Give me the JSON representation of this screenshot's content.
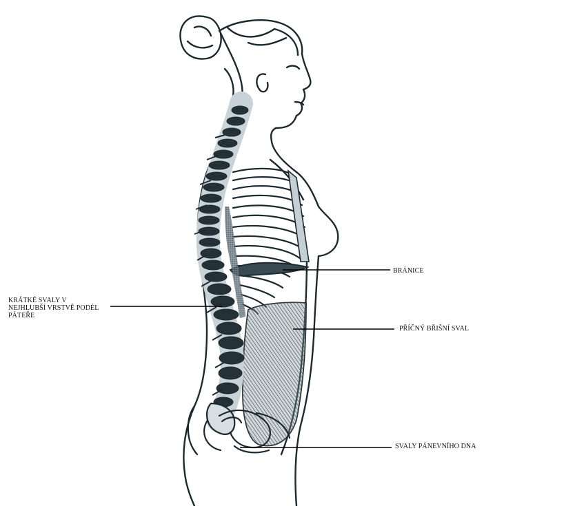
{
  "diagram": {
    "colors": {
      "ink": "#1c2a30",
      "ink_soft": "#3a4a52",
      "shade": "#5d6f78",
      "paper": "#ffffff"
    },
    "labels": {
      "diaphragm": "BRÁNICE",
      "transverse_abdominis": "PŘÍČNÝ BŘIŠNÍ SVAL",
      "pelvic_floor": "SVALY PÁNEVNÍHO DNA",
      "deep_spinal": [
        "KRÁTKÉ SVALY V",
        "NEJHLUBŠÍ VRSTVĚ PODÉL",
        "PÁTEŘE"
      ]
    }
  }
}
